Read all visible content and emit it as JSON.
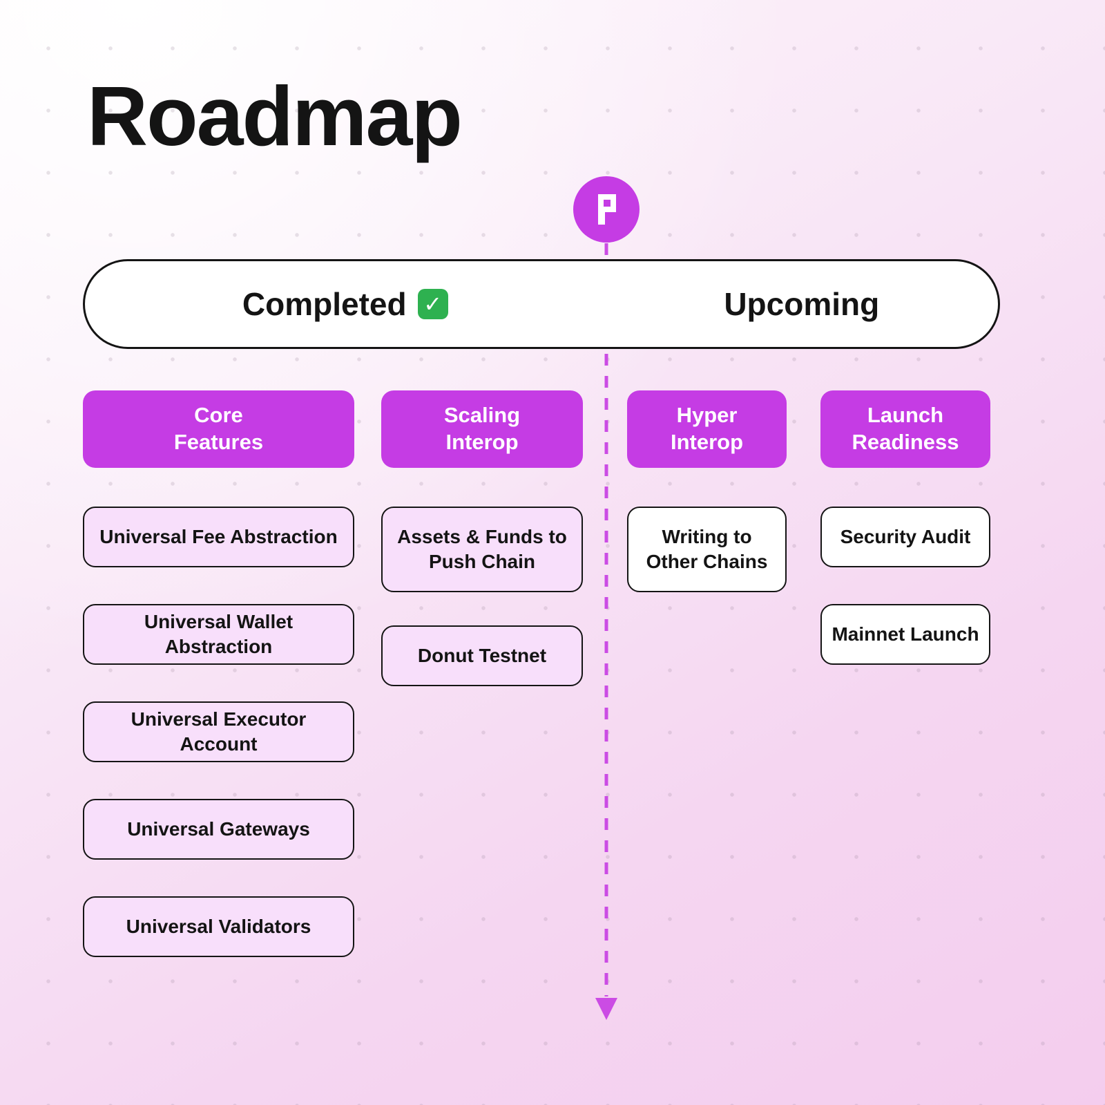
{
  "title": "Roadmap",
  "legend": {
    "completed": "Completed",
    "check": "✓",
    "upcoming": "Upcoming"
  },
  "colors": {
    "accent_purple": "#C53CE4",
    "item_pink": "#F8DFFB",
    "item_white": "#FFFFFF",
    "check_green": "#2EB150",
    "outline": "#141414"
  },
  "columns": [
    {
      "title": "Core\nFeatures",
      "items": [
        "Universal Fee Abstraction",
        "Universal Wallet Abstraction",
        "Universal Executor Account",
        "Universal Gateways",
        "Universal Validators"
      ]
    },
    {
      "title": "Scaling\nInterop",
      "items": [
        "Assets & Funds to\nPush Chain",
        "Donut Testnet"
      ]
    },
    {
      "title": "Hyper\nInterop",
      "items": [
        "Writing to\nOther Chains"
      ]
    },
    {
      "title": "Launch\nReadiness",
      "items": [
        "Security Audit",
        "Mainnet Launch"
      ]
    }
  ]
}
